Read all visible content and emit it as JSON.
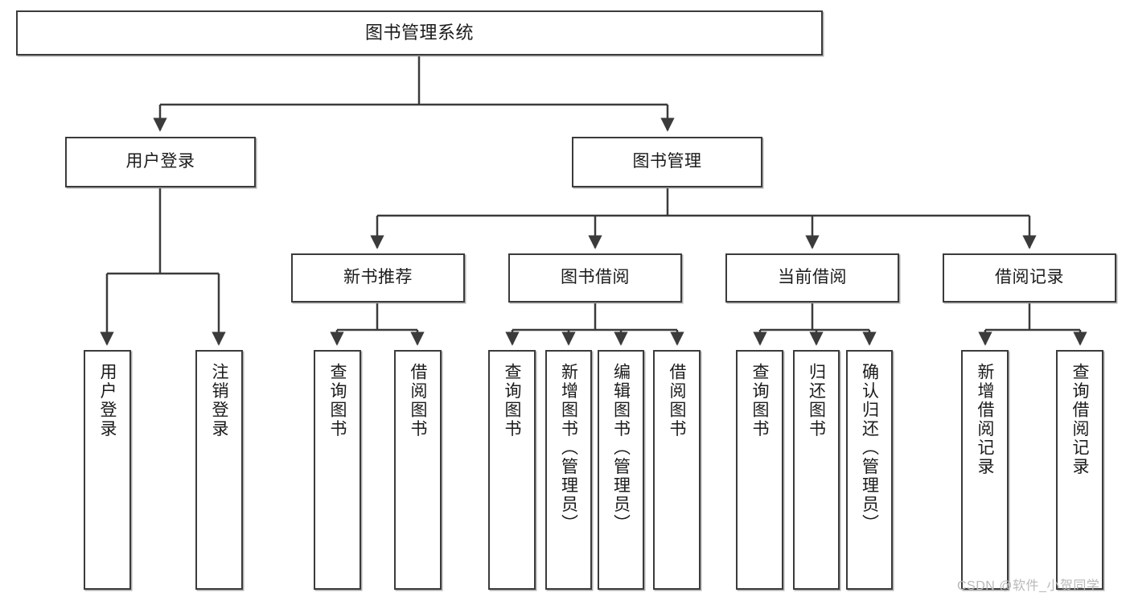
{
  "diagram": {
    "title": "图书管理系统",
    "type": "tree-hierarchy-chart",
    "colors": {
      "box_border": "#3b3b3b",
      "box_fill": "#ffffff",
      "line": "#3b3b3b",
      "text": "#1b1b1b",
      "watermark": "#b9b9b9"
    },
    "root": {
      "label": "图书管理系统"
    },
    "level2": [
      {
        "label": "用户登录"
      },
      {
        "label": "图书管理"
      }
    ],
    "level3": [
      {
        "label": "新书推荐"
      },
      {
        "label": "图书借阅"
      },
      {
        "label": "当前借阅"
      },
      {
        "label": "借阅记录"
      }
    ],
    "leaves": {
      "user_login": [
        {
          "label": "用户登录"
        },
        {
          "label": "注销登录"
        }
      ],
      "new_book_recommend": [
        {
          "label": "查询图书"
        },
        {
          "label": "借阅图书"
        }
      ],
      "book_borrow": [
        {
          "label": "查询图书"
        },
        {
          "label": "新增图书（管理员）"
        },
        {
          "label": "编辑图书（管理员）"
        },
        {
          "label": "借阅图书"
        }
      ],
      "current_borrow": [
        {
          "label": "查询图书"
        },
        {
          "label": "归还图书"
        },
        {
          "label": "确认归还（管理员）"
        }
      ],
      "borrow_record": [
        {
          "label": "新增借阅记录"
        },
        {
          "label": "查询借阅记录"
        }
      ]
    }
  },
  "watermark": {
    "text": "CSDN @软件_小贺同学"
  }
}
